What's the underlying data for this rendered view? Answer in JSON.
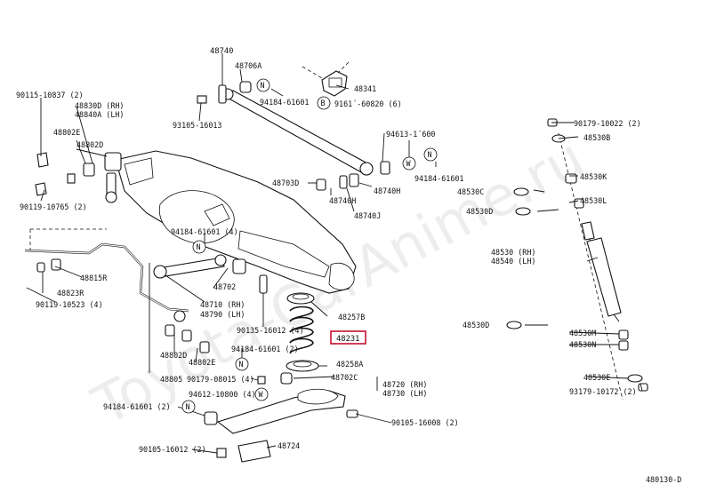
{
  "watermark": "Toyota-CarAnime.ru",
  "diagram_code": "480130-D",
  "highlight_color": "#c8102e",
  "labels": {
    "p48740": "48740",
    "p48706A": "48706A",
    "p90115_10837": "90115-10837 (2)",
    "p48830D": "48830D (RH)",
    "p48840A": "48840A (LH)",
    "p48802E_top": "48802E",
    "p48802D_top": "48802D",
    "p93105_16013": "93105-16013",
    "p94184_61601_a": "94184-61601",
    "p48341": "48341",
    "p9161_60820": "9161´-60820 (6)",
    "p90179_10022": "90179-10022 (2)",
    "p48530B": "48530B",
    "p94613_1600": "94613-1´600",
    "p94184_61601_b": "94184-61601",
    "p48703D": "48703D",
    "p48740H_a": "48740H",
    "p48740H_b": "48740H",
    "p48740J": "48740J",
    "p90119_10765": "90119-10765 (2)",
    "p94184_61601_c": "94184-61601 (4)",
    "p48815R": "48815R",
    "p48823R": "48823R",
    "p90119_10523": "90119-10523 (4)",
    "p48702": "48702",
    "p48710": "48710 (RH)",
    "p48790": "48790 (LH)",
    "p90135_16012": "90135-16012 (4)",
    "p48257B": "48257B",
    "p48231": "48231",
    "p94184_61601_d": "94184-61601 (2)",
    "p48258A": "48258A",
    "p48802D_bot": "48802D",
    "p48802E_bot": "48802E",
    "p48805": "48805",
    "p90179_08015": "90179-08015 (4)",
    "p48702C": "48702C",
    "p48720": "48720 (RH)",
    "p48730": "48730 (LH)",
    "p94612_10800": "94612-10800 (4)",
    "p94184_61601_e": "94184-61601 (2)",
    "p90105_16008": "90105-16008 (2)",
    "p90105_16012": "90105-16012 (2)",
    "p48724": "48724",
    "p48530K": "48530K",
    "p48530C": "48530C",
    "p48530L": "48530L",
    "p48530D_top": "48530D",
    "p48530": "48530 (RH)",
    "p48540": "48540 (LH)",
    "p48530D_bot": "48530D",
    "p48530M": "48530M",
    "p48530N": "48530N",
    "p48530E": "48530E",
    "p93179_10172": "93179-10172 (2)"
  },
  "symbols": {
    "n": "N",
    "b": "B",
    "w": "W"
  }
}
